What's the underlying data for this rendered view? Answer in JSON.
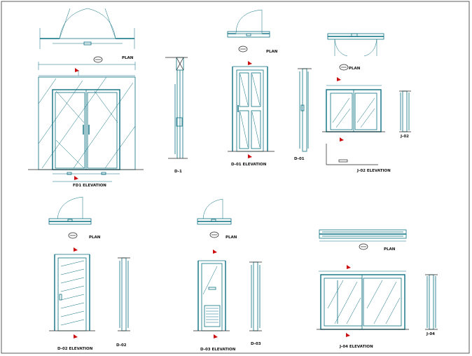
{
  "labels": {
    "plan_top_left": "PLAN",
    "plan_top_mid": "PLAN",
    "plan_top_right": "PLAN",
    "plan_bot_left": "PLAN",
    "plan_bot_mid": "PLAN",
    "plan_bot_right": "PLAN",
    "fd1_elevation": "FD1 ELEVATION",
    "fd1_side": "D-1",
    "d1_elevation": "D-01 ELEVATION",
    "d1_side": "D-01",
    "j1_elevation": "J-02 ELEVATION",
    "j1_side": "J-02",
    "d2_elevation": "D-02 ELEVATION",
    "d2_side": "D-02",
    "d3_elevation": "D-03 ELEVATION",
    "d3_side": "D-03",
    "j4_elevation": "J-04 ELEVATION",
    "j4_side": "J-04"
  },
  "colors": {
    "line": "#0a6e80",
    "marker": "#cc1010",
    "text": "#111111"
  }
}
